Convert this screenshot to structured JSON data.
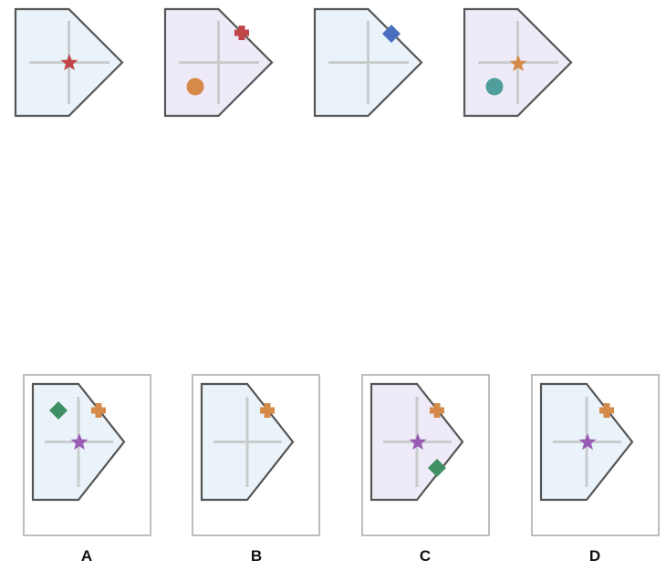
{
  "colors": {
    "panel_blue": "#eaf3f9",
    "panel_lavender": "#eeeaf8",
    "outline": "#555555",
    "crosshair": "#c9cccd",
    "red": "#c0464a",
    "orange": "#d68a4a",
    "blue": "#4a6fbf",
    "teal": "#4f9e9c",
    "green": "#3f8f64",
    "purple": "#9a5bb5"
  },
  "sequence": [
    {
      "fill": "panel_blue",
      "items": [
        {
          "shape": "star",
          "color": "red"
        }
      ]
    },
    {
      "fill": "panel_lavender",
      "items": [
        {
          "shape": "cross",
          "color": "red"
        },
        {
          "shape": "circle",
          "color": "orange"
        }
      ]
    },
    {
      "fill": "panel_blue",
      "items": [
        {
          "shape": "diamond",
          "color": "blue"
        }
      ]
    },
    {
      "fill": "panel_lavender",
      "items": [
        {
          "shape": "star",
          "color": "orange"
        },
        {
          "shape": "circle",
          "color": "teal"
        }
      ]
    }
  ],
  "options": [
    {
      "label": "A",
      "fill": "panel_blue",
      "items": [
        {
          "shape": "diamond",
          "color": "green"
        },
        {
          "shape": "cross",
          "color": "orange"
        },
        {
          "shape": "star",
          "color": "purple"
        }
      ]
    },
    {
      "label": "B",
      "fill": "panel_blue",
      "items": [
        {
          "shape": "cross",
          "color": "orange"
        }
      ]
    },
    {
      "label": "C",
      "fill": "panel_lavender",
      "items": [
        {
          "shape": "cross",
          "color": "orange"
        },
        {
          "shape": "star",
          "color": "purple"
        },
        {
          "shape": "diamond",
          "color": "green"
        }
      ]
    },
    {
      "label": "D",
      "fill": "panel_blue",
      "items": [
        {
          "shape": "cross",
          "color": "orange"
        },
        {
          "shape": "star",
          "color": "purple"
        }
      ]
    }
  ]
}
